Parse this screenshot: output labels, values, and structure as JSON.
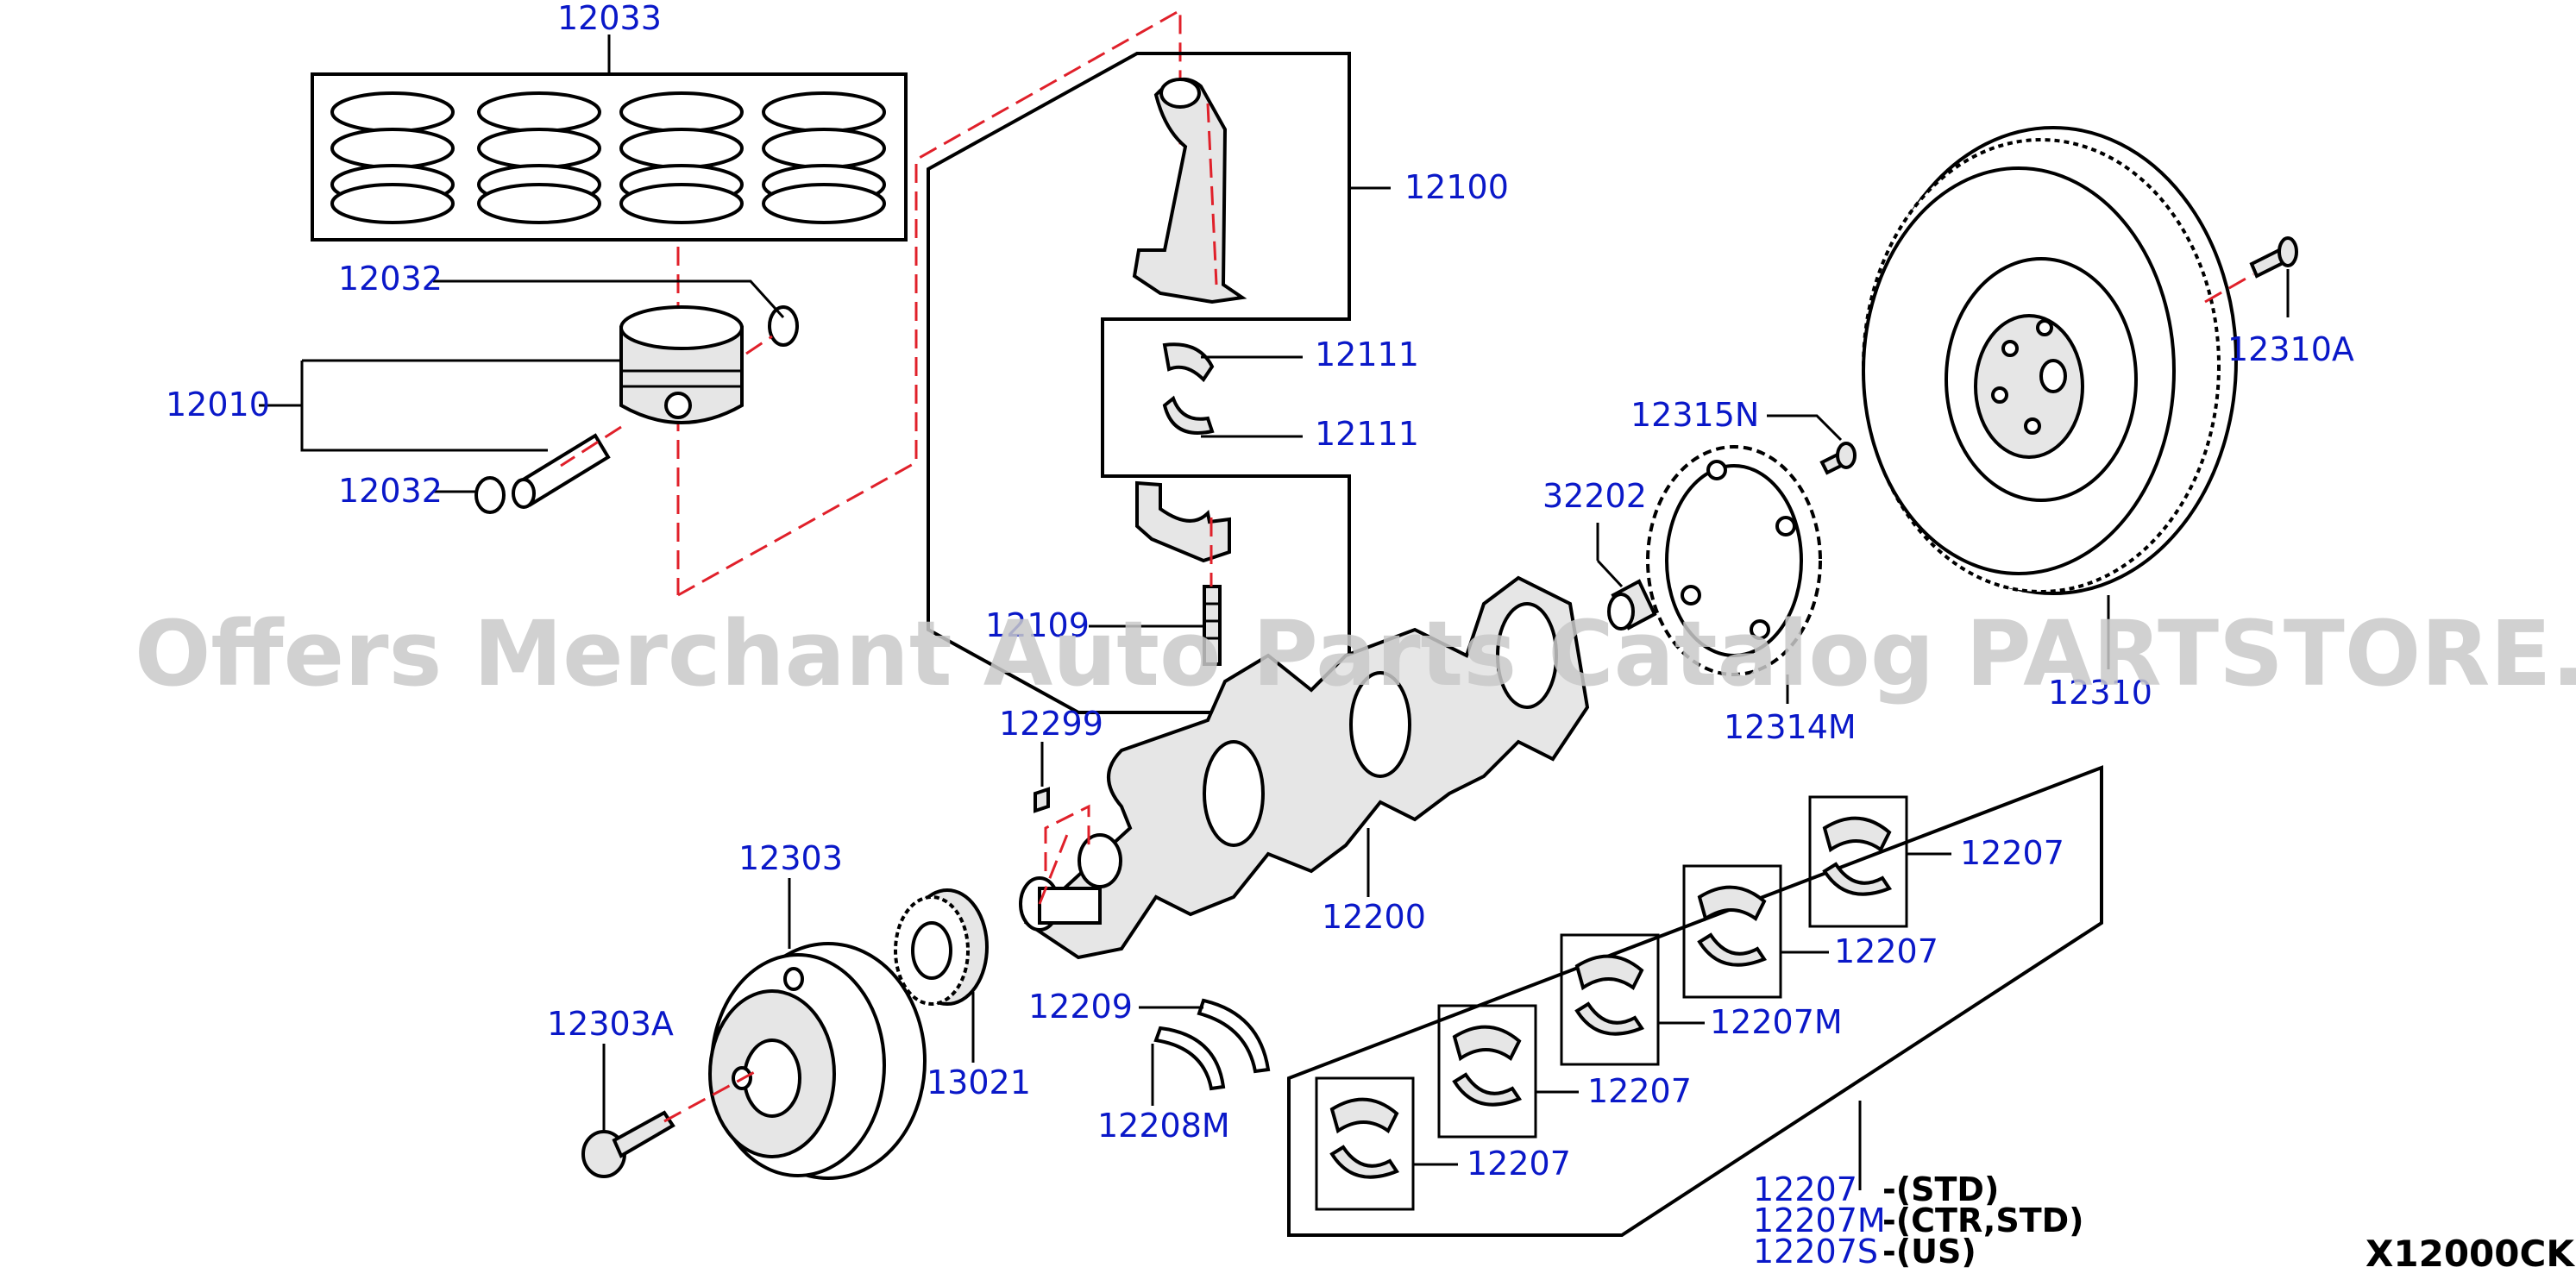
{
  "labels": {
    "p12033": "12033",
    "p12032a": "12032",
    "p12010": "12010",
    "p12032b": "12032",
    "p12100": "12100",
    "p12111a": "12111",
    "p12111b": "12111",
    "p12109": "12109",
    "p12299": "12299",
    "p12303": "12303",
    "p12303A": "12303A",
    "p13021": "13021",
    "p12209": "12209",
    "p12208M": "12208M",
    "p12200": "12200",
    "p12315N": "12315N",
    "p32202": "32202",
    "p12314M": "12314M",
    "p12310": "12310",
    "p12310A": "12310A",
    "p12207a": "12207",
    "p12207b": "12207",
    "p12207M": "12207M",
    "p12207c": "12207",
    "p12207d": "12207"
  },
  "legend": [
    {
      "code": "12207",
      "note": "-(STD)"
    },
    {
      "code": "12207M",
      "note": "-(CTR,STD)"
    },
    {
      "code": "12207S",
      "note": "-(US)"
    }
  ],
  "diagram_code": "X12000CK",
  "watermark": "Offers Merchant Auto Parts Catalog PARTSTORE.SA",
  "colors": {
    "label": "#0a18c8",
    "centerline": "#e0202a",
    "watermark": "#c9c9c9"
  }
}
